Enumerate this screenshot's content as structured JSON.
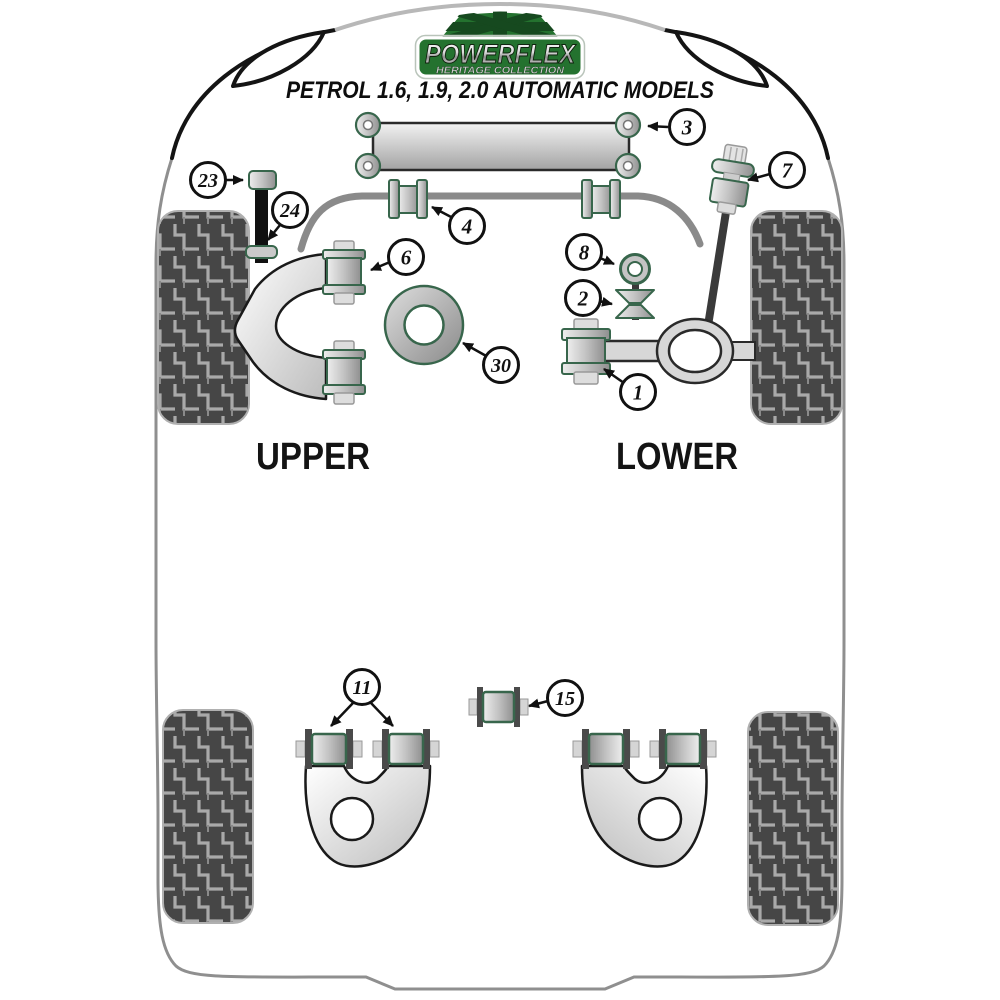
{
  "brand": {
    "name": "POWERFLEX",
    "collection": "HERITAGE COLLECTION"
  },
  "title": "PETROL 1.6, 1.9, 2.0 AUTOMATIC MODELS",
  "section_labels": {
    "upper": "UPPER",
    "lower": "LOWER"
  },
  "callouts": {
    "c1": "1",
    "c2": "2",
    "c3": "3",
    "c4": "4",
    "c6": "6",
    "c7": "7",
    "c8": "8",
    "c11": "11",
    "c15": "15",
    "c23": "23",
    "c24": "24",
    "c30": "30"
  },
  "colors": {
    "badge_green": "#24722f",
    "flag_dark_green": "#16491f",
    "bushing_outline_green": "#38664c",
    "part_gray_light": "#e8e8e8",
    "part_gray_dark": "#8f8f8f",
    "tire_dark": "#464646",
    "tread_light": "#a9a9a9",
    "outline_black": "#141414",
    "body_line_gray": "#8f8f8f"
  }
}
